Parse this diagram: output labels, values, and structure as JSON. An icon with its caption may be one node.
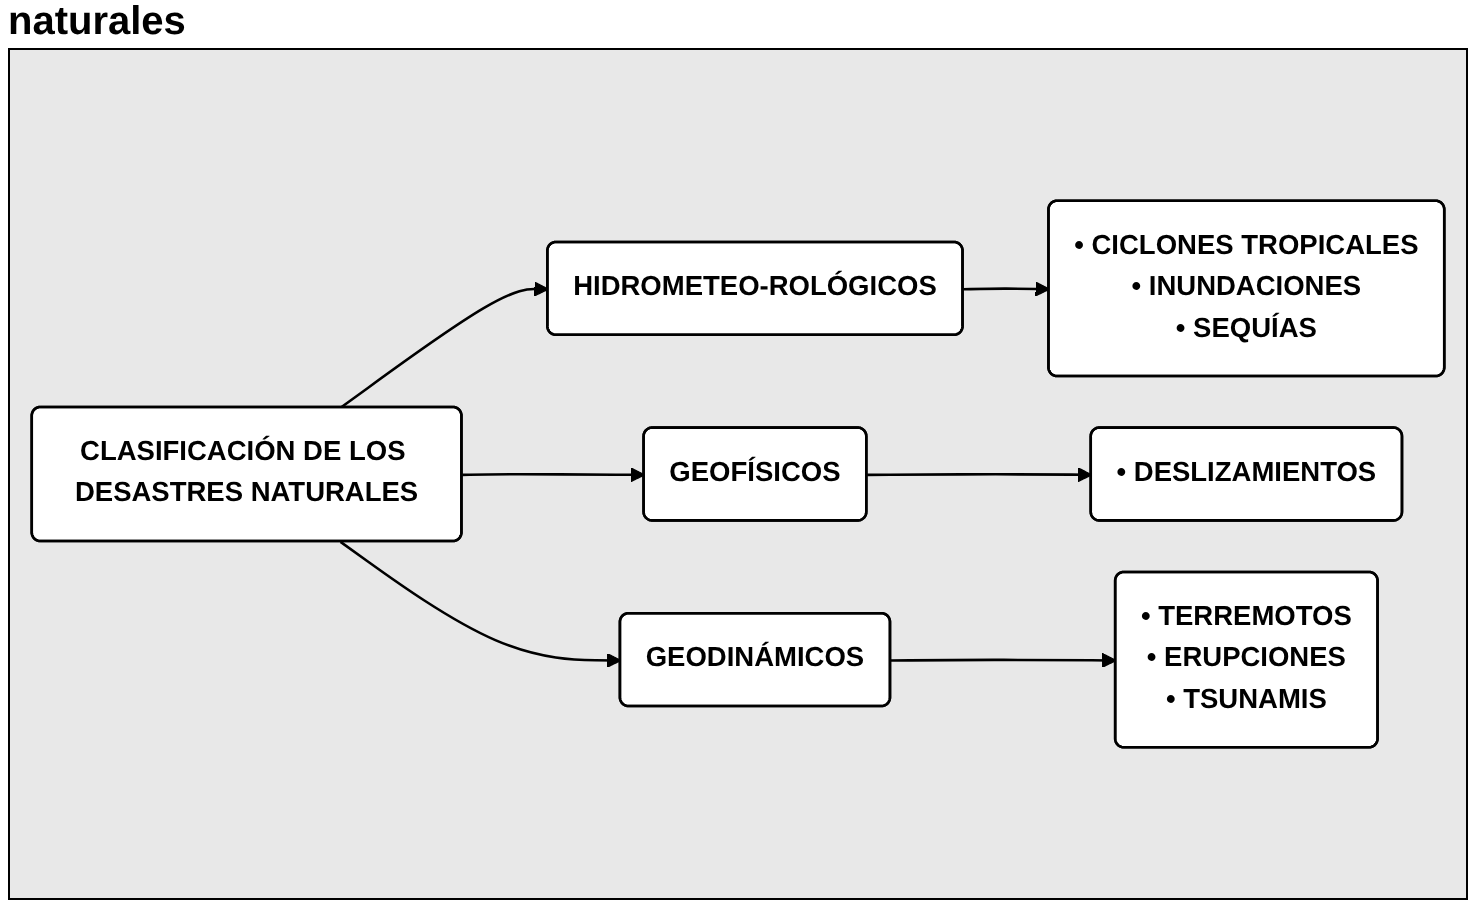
{
  "diagram": {
    "title": "naturales",
    "nodes": [
      {
        "text": [
          "CLASIFICACIÓN DE LOS DESASTRES NATURALES"
        ]
      },
      {
        "text": [
          "HIDROMETEO-ROLÓGICOS"
        ]
      },
      {
        "text": [
          "GEOFÍSICOS"
        ]
      },
      {
        "text": [
          "GEODINÁMICOS"
        ]
      },
      {
        "text": [
          "• CICLONES TROPICALES",
          "• INUNDACIONES",
          "• SEQUÍAS"
        ]
      },
      {
        "text": [
          "• DESLIZAMIENTOS"
        ]
      },
      {
        "text": [
          "• TERREMOTOS",
          "• ERUPCIONES",
          "• TSUNAMIS"
        ]
      }
    ],
    "edges": [
      {
        "from": 0,
        "to": 1,
        "arrow": "to"
      },
      {
        "from": 0,
        "to": 2,
        "arrow": "to"
      },
      {
        "from": 0,
        "to": 3,
        "arrow": "to"
      },
      {
        "from": 1,
        "to": 4,
        "arrow": "to"
      },
      {
        "from": 2,
        "to": 5,
        "arrow": "to"
      },
      {
        "from": 3,
        "to": 6,
        "arrow": "to"
      }
    ]
  }
}
